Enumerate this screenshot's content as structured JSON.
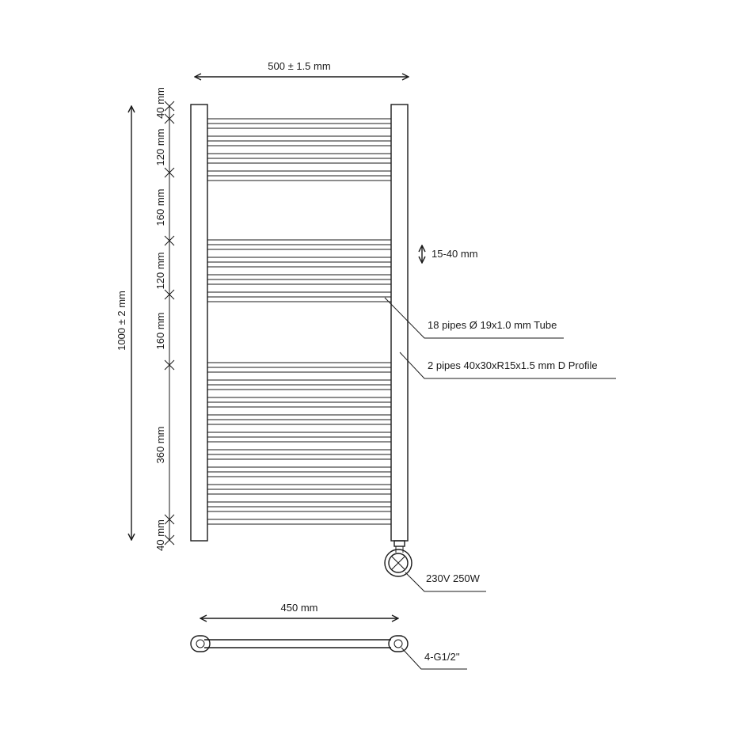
{
  "dimensions": {
    "width_top": "500 ± 1.5 mm",
    "height_total": "1000 ± 2 mm",
    "seg_top_40": "40 mm",
    "seg_120_a": "120 mm",
    "seg_160_a": "160 mm",
    "seg_120_b": "120 mm",
    "seg_160_b": "160 mm",
    "seg_360": "360 mm",
    "seg_bottom_40": "40 mm",
    "wall_distance": "15-40 mm",
    "width_bottom": "450 mm"
  },
  "callouts": {
    "pipes": "18 pipes Ø 19x1.0 mm Tube",
    "profile": "2 pipes 40x30xR15x1.5 mm D Profile",
    "heater": "230V 250W",
    "connection": "4-G1/2''"
  },
  "colors": {
    "line": "#1a1a1a",
    "background": "#ffffff"
  }
}
